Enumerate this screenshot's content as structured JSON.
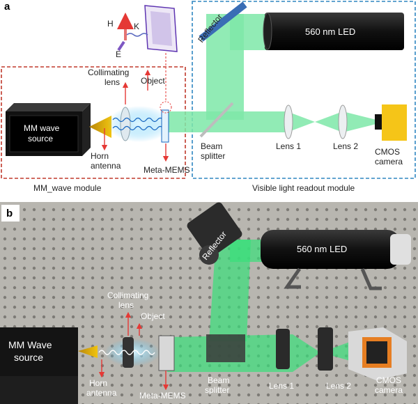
{
  "panel_a": {
    "letter": "a",
    "mmwave_source_line1": "MM wave",
    "mmwave_source_line2": "source",
    "horn_line1": "Horn",
    "horn_line2": "antenna",
    "collimating_line1": "Collimating",
    "collimating_line2": "lens",
    "object_label": "Object",
    "meta_mems": "Meta-MEMS",
    "h_label": "H",
    "k_label": "K",
    "e_label": "E",
    "reflector": "Reflector",
    "led": "560 nm LED",
    "beam_line1": "Beam",
    "beam_line2": "splitter",
    "lens1": "Lens 1",
    "lens2": "Lens 2",
    "cmos_line1": "CMOS",
    "cmos_line2": "camera",
    "module_left": "MM_wave module",
    "module_right": "Visible light readout module"
  },
  "panel_b": {
    "letter": "b",
    "mmwave_line1": "MM Wave",
    "mmwave_line2": "source",
    "collimating_line1": "Collimating",
    "collimating_line2": "lens",
    "object_label": "Object",
    "horn_line1": "Horn",
    "horn_line2": "antenna",
    "meta_mems": "Meta-MEMS",
    "reflector": "Reflector",
    "led": "560 nm LED",
    "beam_line1": "Beam",
    "beam_line2": "splitter",
    "lens1": "Lens 1",
    "lens2": "Lens 2",
    "cmos_line1": "CMOS",
    "cmos_line2": "camera"
  },
  "colors": {
    "green_beam": "#7ee8a8",
    "module_left_border": "#c0392b",
    "module_right_border": "#2e86c1",
    "cmos_body": "#f5c518",
    "reflector": "#3a6db5",
    "red_arrow": "#e53935",
    "table": "#b8b6b0"
  }
}
